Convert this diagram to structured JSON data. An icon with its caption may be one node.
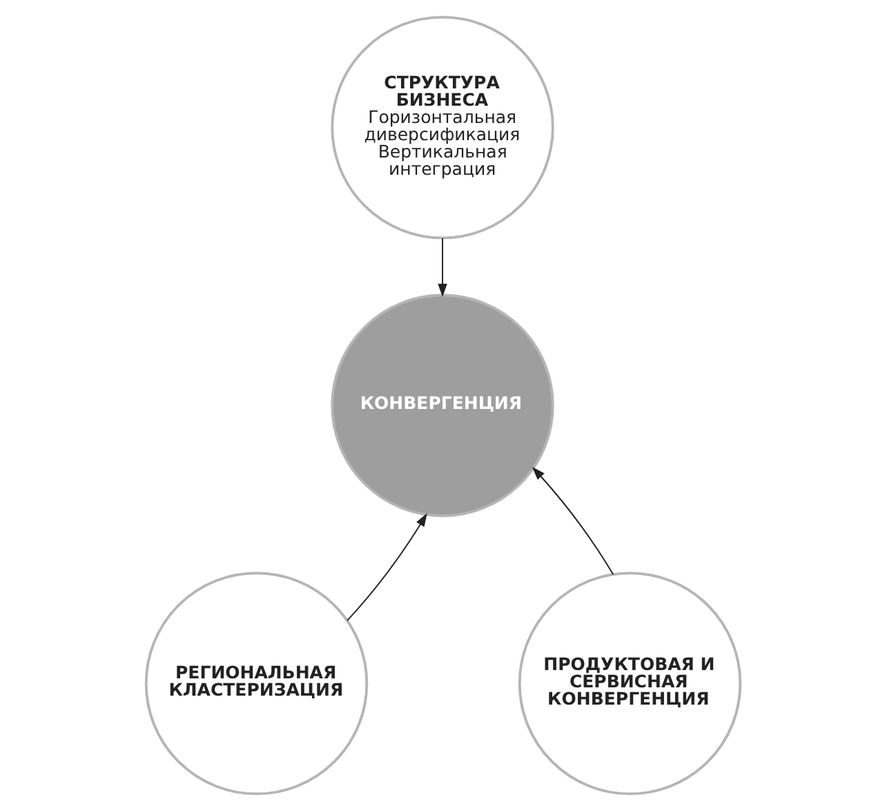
{
  "diagram": {
    "nodes": [
      {
        "text": [
          "СТРУКТУРА БИЗНЕСА",
          "Горизонтальная диверсификация",
          "Вертикальная интеграция"
        ]
      },
      {
        "text": [
          "КОНВЕРГЕНЦИЯ"
        ]
      },
      {
        "text": [
          "РЕГИОНАЛЬНАЯ КЛАСТЕРИЗАЦИЯ"
        ]
      },
      {
        "text": [
          "ПРОДУКТОВАЯ И СЕРВИСНАЯ КОНВЕРГЕНЦИЯ"
        ]
      }
    ],
    "edges": [
      {
        "from": 0,
        "to": 1,
        "arrow": "to"
      },
      {
        "from": 2,
        "to": 1,
        "arrow": "to"
      },
      {
        "from": 3,
        "to": 1,
        "arrow": "to"
      }
    ]
  }
}
